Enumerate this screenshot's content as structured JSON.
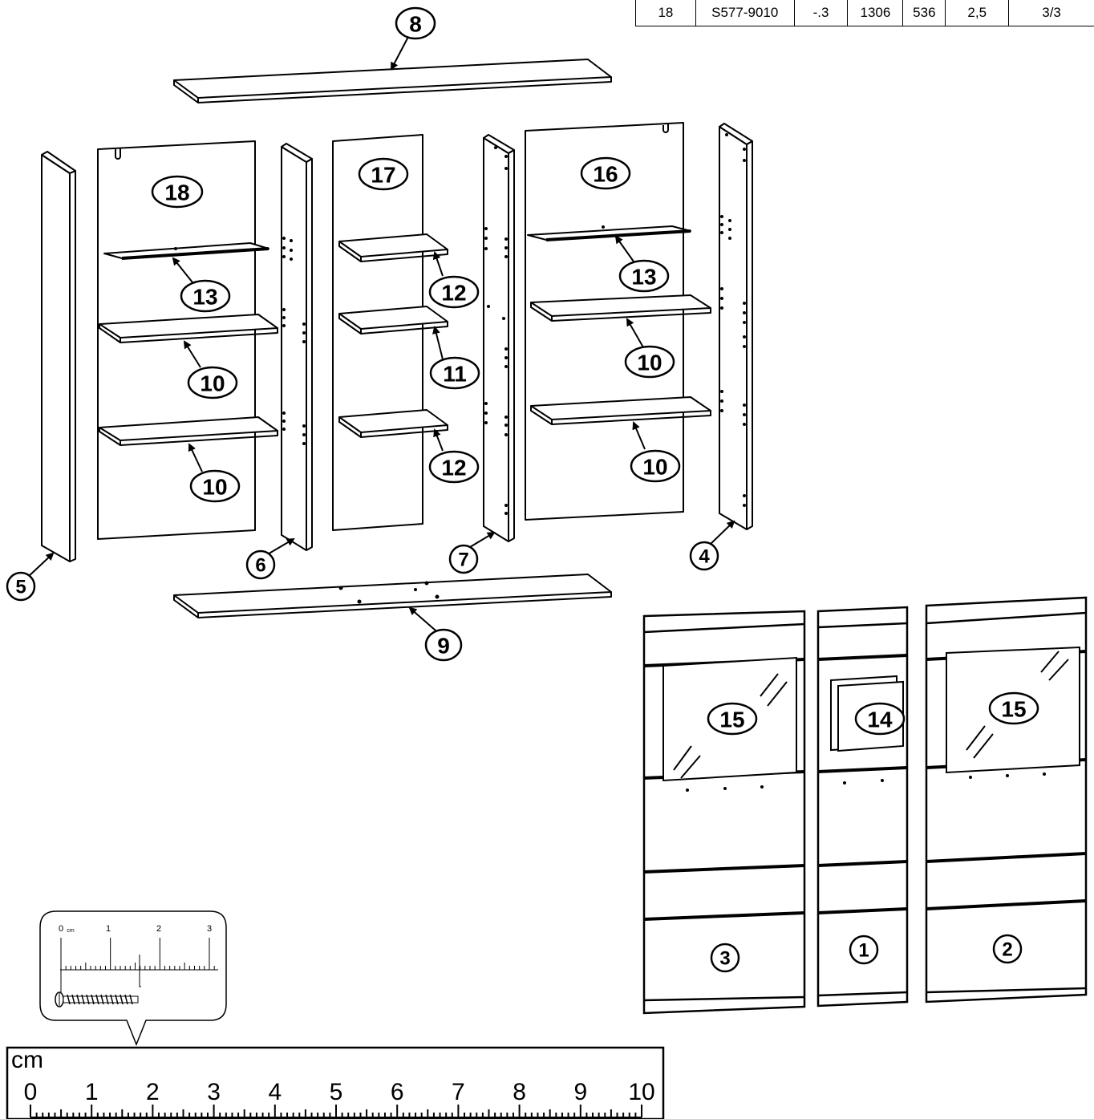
{
  "table": {
    "cells": [
      "18",
      "S577-9010",
      "-.3",
      "1306",
      "536",
      "2,5",
      "3/3"
    ]
  },
  "callouts": [
    {
      "id": "8",
      "label": "8"
    },
    {
      "id": "18",
      "label": "18"
    },
    {
      "id": "17",
      "label": "17"
    },
    {
      "id": "16",
      "label": "16"
    },
    {
      "id": "13a",
      "label": "13"
    },
    {
      "id": "13b",
      "label": "13"
    },
    {
      "id": "12a",
      "label": "12"
    },
    {
      "id": "12b",
      "label": "12"
    },
    {
      "id": "11",
      "label": "11"
    },
    {
      "id": "10a",
      "label": "10"
    },
    {
      "id": "10b",
      "label": "10"
    },
    {
      "id": "10c",
      "label": "10"
    },
    {
      "id": "10d",
      "label": "10"
    },
    {
      "id": "5",
      "label": "5"
    },
    {
      "id": "6",
      "label": "6"
    },
    {
      "id": "7",
      "label": "7"
    },
    {
      "id": "4",
      "label": "4"
    },
    {
      "id": "9",
      "label": "9"
    },
    {
      "id": "15a",
      "label": "15"
    },
    {
      "id": "14",
      "label": "14"
    },
    {
      "id": "15b",
      "label": "15"
    },
    {
      "id": "3",
      "label": "3"
    },
    {
      "id": "1",
      "label": "1"
    },
    {
      "id": "2",
      "label": "2"
    }
  ],
  "small_ruler": {
    "unit": "cm",
    "labels": [
      "0",
      "1",
      "2",
      "3"
    ]
  },
  "ruler": {
    "unit": "cm",
    "labels": [
      "0",
      "1",
      "2",
      "3",
      "4",
      "5",
      "6",
      "7",
      "8",
      "9",
      "10"
    ]
  }
}
